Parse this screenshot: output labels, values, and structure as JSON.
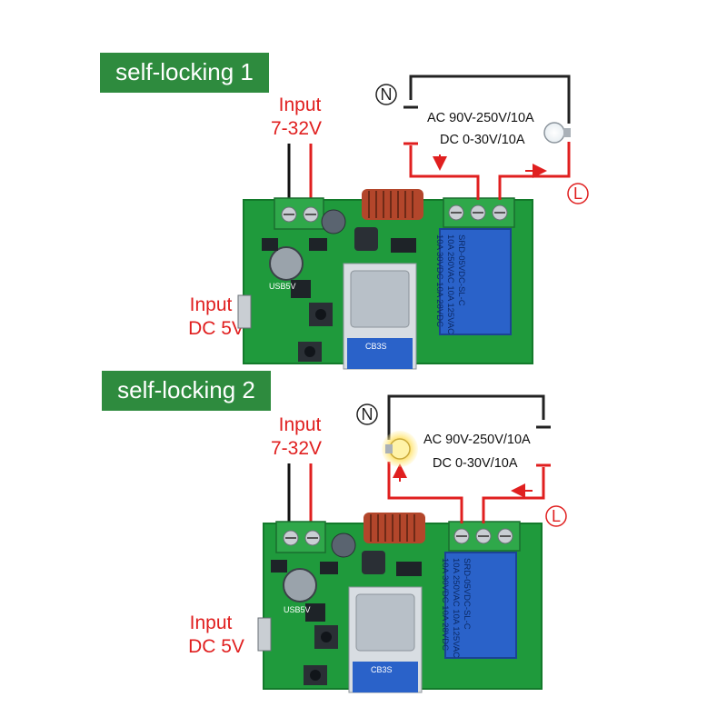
{
  "panels": [
    {
      "title": "self-locking 1",
      "input_high": {
        "line1": "Input",
        "line2": "7-32V"
      },
      "input_low": {
        "line1": "Input",
        "line2": "DC 5V"
      },
      "load": {
        "line1": "AC 90V-250V/10A",
        "line2": "DC 0-30V/10A"
      },
      "neutral_label": "N",
      "live_label": "L",
      "usb_label": "USB5V",
      "module_label": "CB3S",
      "relay": {
        "line1": "SRD-05VDC-SL-C",
        "line2": "10A 250VAC  10A 125VAC",
        "line3": "10A 30VDC   10A 28VDC"
      }
    },
    {
      "title": "self-locking 2",
      "input_high": {
        "line1": "Input",
        "line2": "7-32V"
      },
      "input_low": {
        "line1": "Input",
        "line2": "DC 5V"
      },
      "load": {
        "line1": "AC 90V-250V/10A",
        "line2": "DC 0-30V/10A"
      },
      "neutral_label": "N",
      "live_label": "L",
      "usb_label": "USB5V",
      "module_label": "CB3S",
      "relay": {
        "line1": "SRD-05VDC-SL-C",
        "line2": "10A 250VAC  10A 125VAC",
        "line3": "10A 30VDC   10A 28VDC"
      }
    }
  ],
  "colors": {
    "tag_green": "#2e8b3e",
    "pcb_green": "#1f9a3c",
    "wire_red": "#e01f1f",
    "relay_blue": "#2a62c9",
    "terminal_green": "#2fa84a"
  }
}
